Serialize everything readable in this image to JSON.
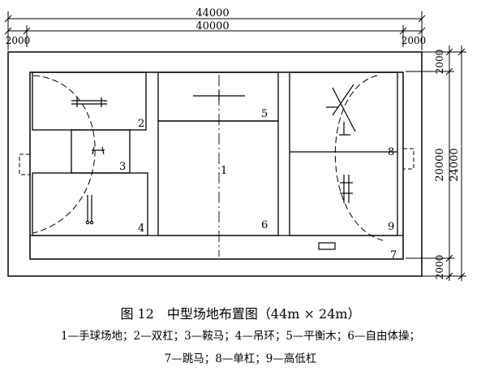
{
  "dimensions": {
    "total_length": "44000",
    "court_length": "40000",
    "margin_left": "2000",
    "margin_right": "2000",
    "margin_top": "2000",
    "court_width": "20000",
    "total_width": "24000",
    "margin_bottom": "2000"
  },
  "labels": {
    "n1": "1",
    "n2": "2",
    "n3": "3",
    "n4": "4",
    "n5": "5",
    "n6": "6",
    "n7": "7",
    "n8": "8",
    "n9": "9"
  },
  "caption": {
    "title": "图 12　中型场地布置图（44m × 24m）",
    "legend_line1": "1—手球场地；2—双杠；3—鞍马；4—吊环；5—平衡木；6—自由体操；",
    "legend_line2": "7—跳马；8—单杠；9—高低杠"
  },
  "colors": {
    "line": "#000000",
    "background": "#ffffff"
  }
}
